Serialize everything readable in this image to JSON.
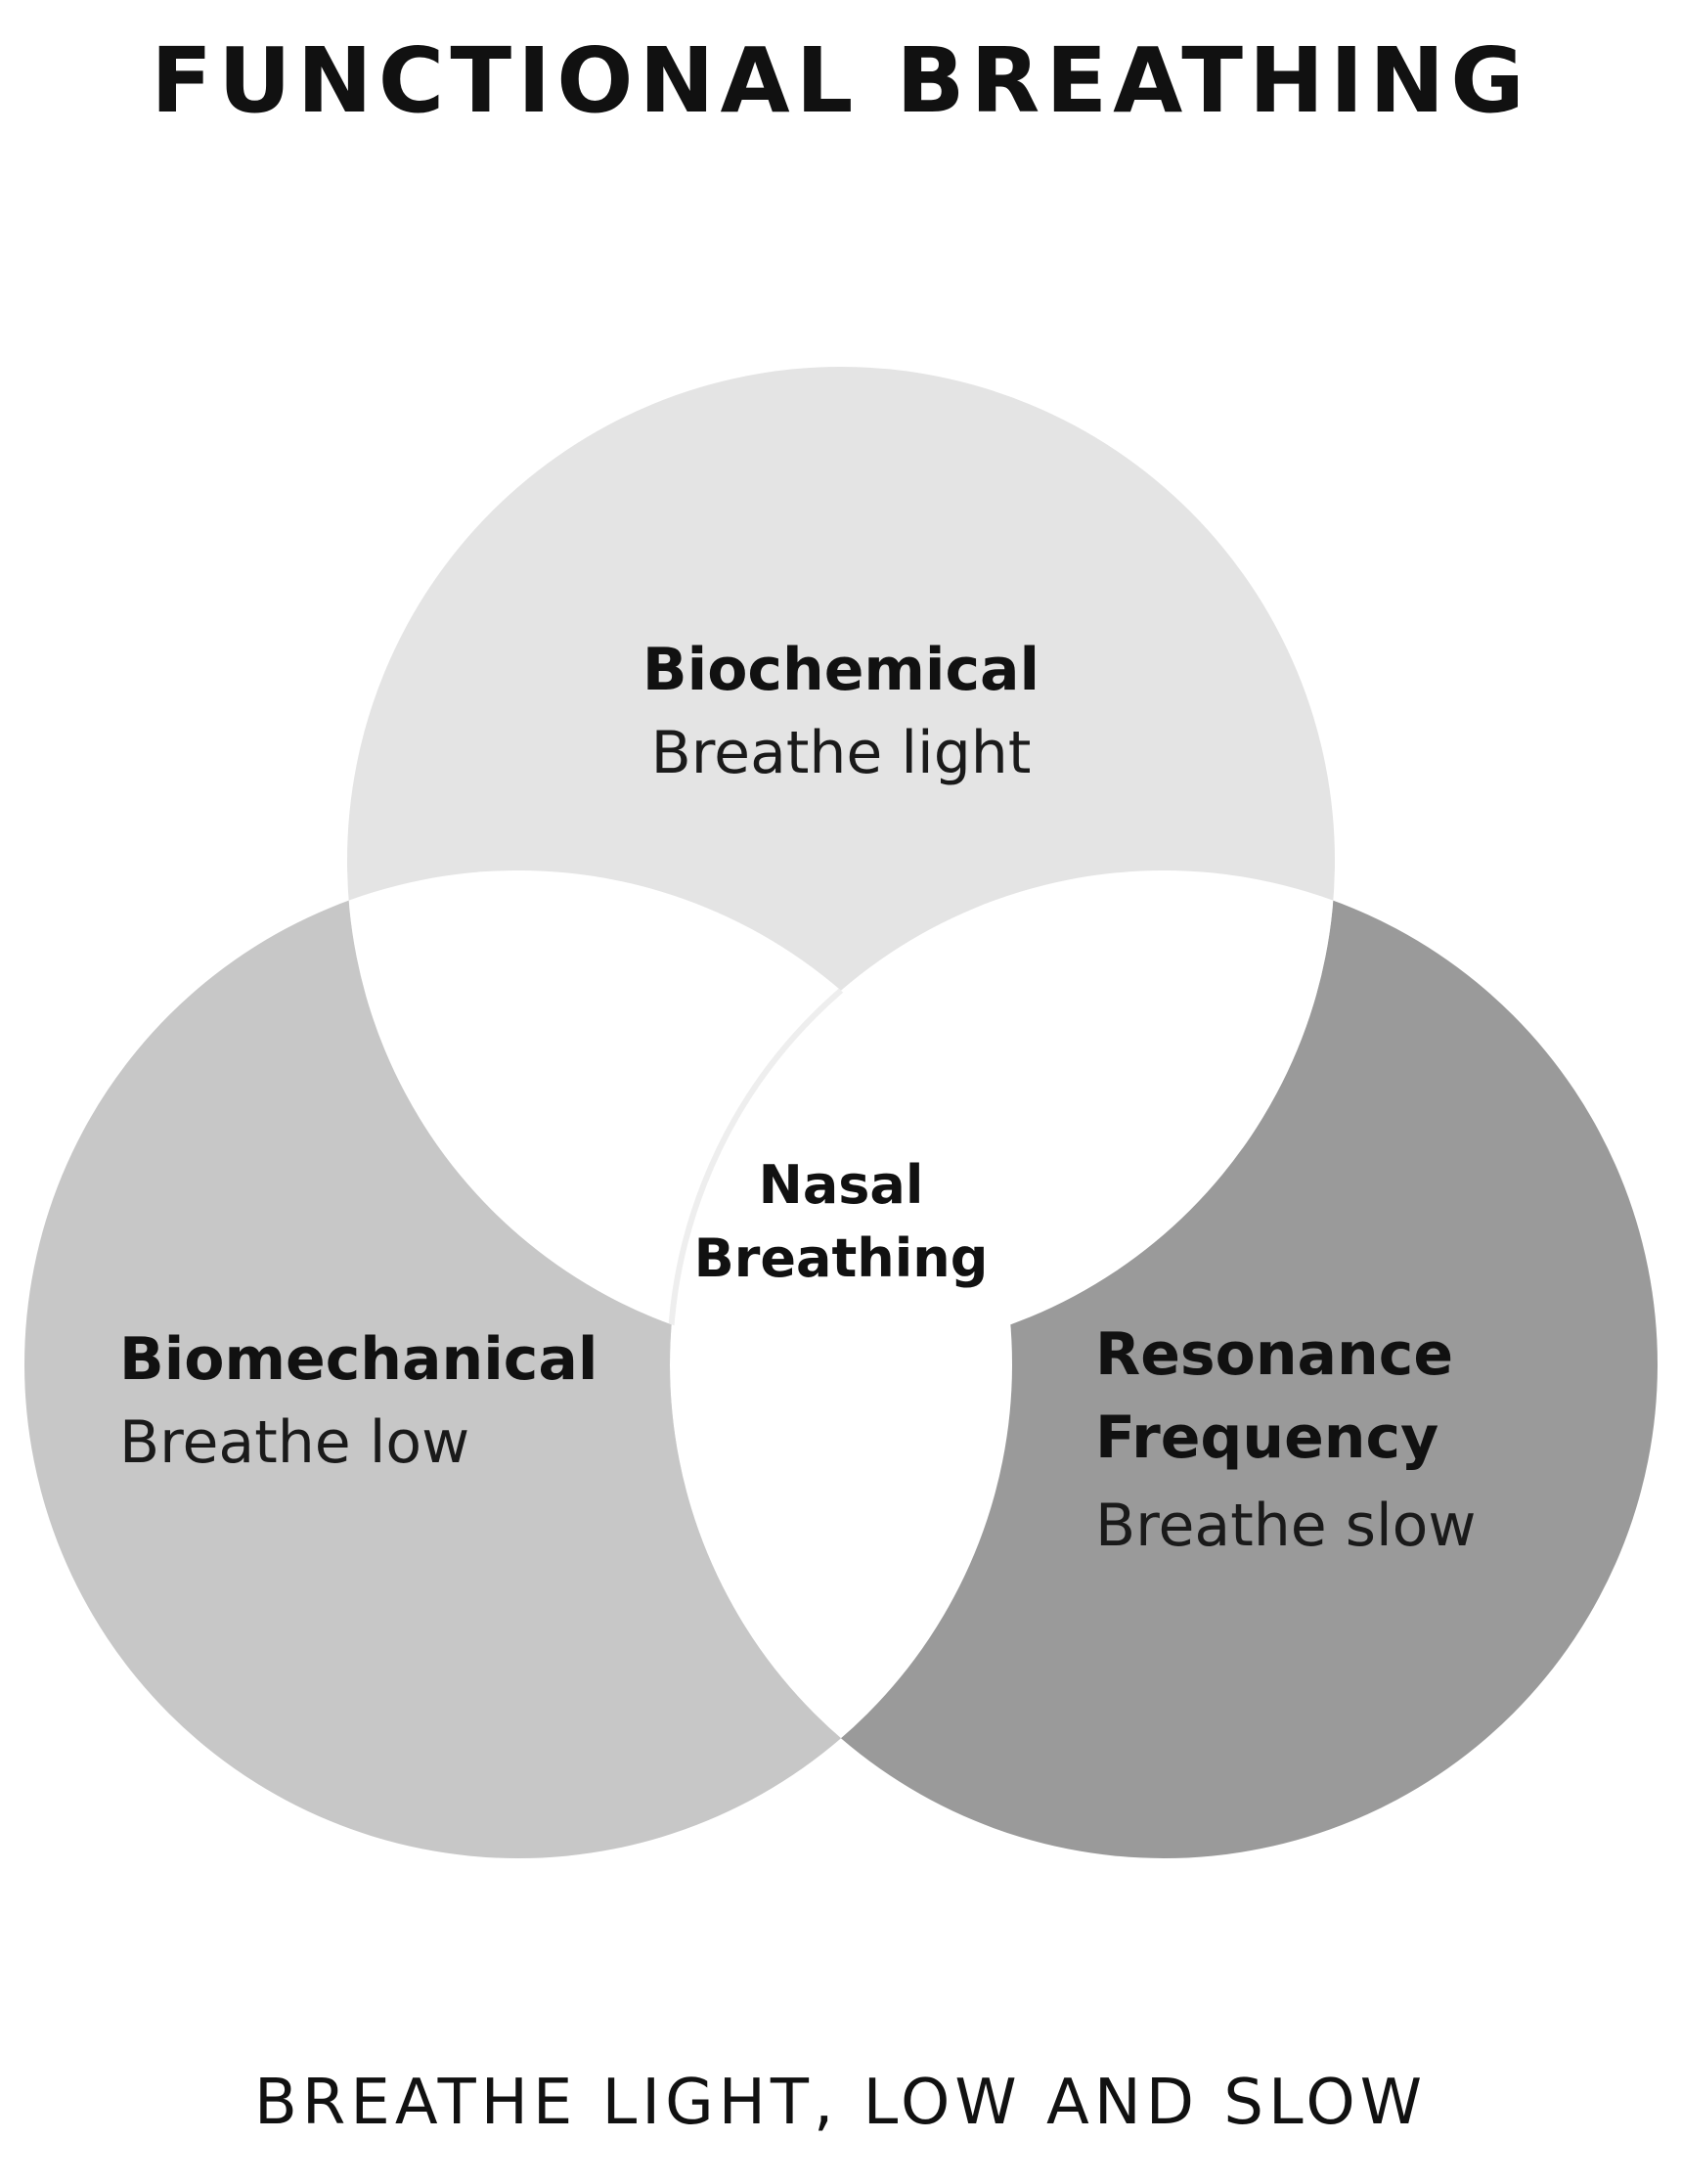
{
  "title": "FUNCTIONAL BREATHING",
  "subtitle": "BREATHE LIGHT, LOW AND SLOW",
  "colors": {
    "top_circle": "#e4e4e4",
    "left_circle": "#c7c7c7",
    "right_circle": "#9a9a9a",
    "overlap": "#ffffff",
    "text": "#111111"
  },
  "circles": {
    "top": {
      "heading": "Biochemical",
      "caption": "Breathe light"
    },
    "left": {
      "heading": "Biomechanical",
      "caption": "Breathe low"
    },
    "right": {
      "heading_line1": "Resonance",
      "heading_line2": "Frequency",
      "caption": "Breathe slow"
    }
  },
  "center": {
    "line1": "Nasal",
    "line2": "Breathing"
  }
}
